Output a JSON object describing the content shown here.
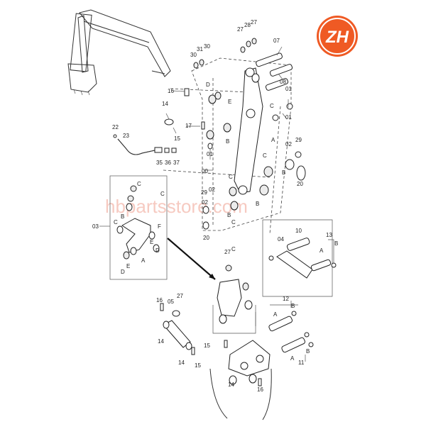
{
  "brand": {
    "logo_text": "ZH",
    "color": "#ef5a24"
  },
  "watermark": "hbpartsstore.com",
  "callouts": [
    {
      "id": "c27a",
      "text": "27"
    },
    {
      "id": "c28",
      "text": "28"
    },
    {
      "id": "c27b",
      "text": "27"
    },
    {
      "id": "c30",
      "text": "30"
    },
    {
      "id": "c31",
      "text": "31"
    },
    {
      "id": "c30b",
      "text": "30"
    },
    {
      "id": "c07",
      "text": "07"
    },
    {
      "id": "c08",
      "text": "08"
    },
    {
      "id": "c16a",
      "text": "16"
    },
    {
      "id": "c14a",
      "text": "14"
    },
    {
      "id": "cD1",
      "text": "D"
    },
    {
      "id": "cE1",
      "text": "E"
    },
    {
      "id": "cC1",
      "text": "C"
    },
    {
      "id": "c01a",
      "text": "01"
    },
    {
      "id": "c01b",
      "text": "01"
    },
    {
      "id": "c17",
      "text": "17"
    },
    {
      "id": "c15a",
      "text": "15"
    },
    {
      "id": "cB1",
      "text": "B"
    },
    {
      "id": "c01c",
      "text": "01"
    },
    {
      "id": "cA1",
      "text": "A"
    },
    {
      "id": "c22",
      "text": "22"
    },
    {
      "id": "c23",
      "text": "23"
    },
    {
      "id": "c35",
      "text": "35"
    },
    {
      "id": "c36",
      "text": "36"
    },
    {
      "id": "c37",
      "text": "37"
    },
    {
      "id": "c02a",
      "text": "02"
    },
    {
      "id": "c29a",
      "text": "29"
    },
    {
      "id": "cC2",
      "text": "C"
    },
    {
      "id": "c00",
      "text": "00"
    },
    {
      "id": "cC3",
      "text": "C"
    },
    {
      "id": "cB2",
      "text": "B"
    },
    {
      "id": "c20a",
      "text": "20"
    },
    {
      "id": "c29b",
      "text": "29"
    },
    {
      "id": "c02b",
      "text": "02"
    },
    {
      "id": "c02c",
      "text": "02"
    },
    {
      "id": "cB3",
      "text": "B"
    },
    {
      "id": "cC4",
      "text": "C"
    },
    {
      "id": "c20b",
      "text": "20"
    },
    {
      "id": "cB4",
      "text": "B"
    },
    {
      "id": "cC5",
      "text": "C"
    },
    {
      "id": "cC6",
      "text": "C"
    },
    {
      "id": "c03",
      "text": "03"
    },
    {
      "id": "cC7",
      "text": "C"
    },
    {
      "id": "cB5",
      "text": "B"
    },
    {
      "id": "cF",
      "text": "F"
    },
    {
      "id": "cE2",
      "text": "E"
    },
    {
      "id": "cD2",
      "text": "D"
    },
    {
      "id": "cD3",
      "text": "D"
    },
    {
      "id": "cE3",
      "text": "E"
    },
    {
      "id": "cA2",
      "text": "A"
    },
    {
      "id": "c10",
      "text": "10"
    },
    {
      "id": "c04",
      "text": "04"
    },
    {
      "id": "c13",
      "text": "13"
    },
    {
      "id": "cA3",
      "text": "A"
    },
    {
      "id": "cB6",
      "text": "B"
    },
    {
      "id": "c27c",
      "text": "27"
    },
    {
      "id": "cC8",
      "text": "C"
    },
    {
      "id": "c16b",
      "text": "16"
    },
    {
      "id": "c27d",
      "text": "27"
    },
    {
      "id": "c05",
      "text": "05"
    },
    {
      "id": "c12",
      "text": "12"
    },
    {
      "id": "cA4",
      "text": "A"
    },
    {
      "id": "cB7",
      "text": "B"
    },
    {
      "id": "c14b",
      "text": "14"
    },
    {
      "id": "c15b",
      "text": "15"
    },
    {
      "id": "c14c",
      "text": "14"
    },
    {
      "id": "c15c",
      "text": "15"
    },
    {
      "id": "cA5",
      "text": "A"
    },
    {
      "id": "cB8",
      "text": "B"
    },
    {
      "id": "c11",
      "text": "11"
    },
    {
      "id": "c14d",
      "text": "14"
    },
    {
      "id": "c16c",
      "text": "16"
    }
  ]
}
